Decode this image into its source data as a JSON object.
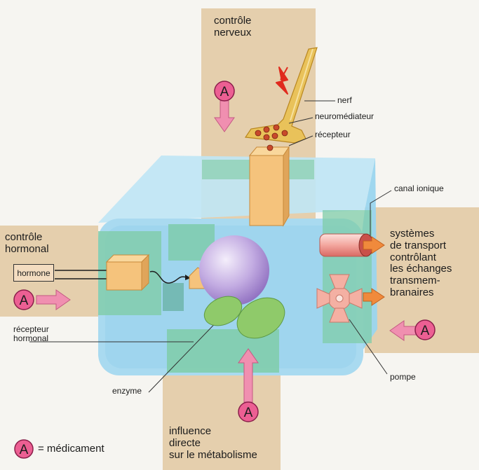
{
  "labels": {
    "nervous_control": "contrôle\nnerveux",
    "nerve": "nerf",
    "neurotransmitter": "neuromédiateur",
    "receptor": "récepteur",
    "ion_channel": "canal ionique",
    "transport_systems": "systèmes\nde transport\ncontrôlant\nles échanges\ntransmem-\nbranaires",
    "hormonal_control": "contrôle\nhormonal",
    "hormone": "hormone",
    "hormonal_receptor": "récepteur\nhormonal",
    "enzyme": "enzyme",
    "pump": "pompe",
    "metabolism_influence": "influence\ndirecte\nsur le métabolisme"
  },
  "drug_marker": "A",
  "legend": {
    "symbol": "A",
    "text": "= médicament"
  },
  "colors": {
    "band": "#e5cfad",
    "cell_fill": "#a9daf0",
    "cell_face": "#8fd0ec",
    "cell_green": "#79c9a3",
    "receptor": "#f5c37c",
    "drug_circle_fill": "#ec5f93",
    "drug_arrow": "#f08fb0",
    "orange_arrow": "#f08a3c",
    "nucleus": "#b49ad6",
    "enzyme": "#8fca6a",
    "lightning": "#e02a1d",
    "nerve": "#e9c25a"
  }
}
